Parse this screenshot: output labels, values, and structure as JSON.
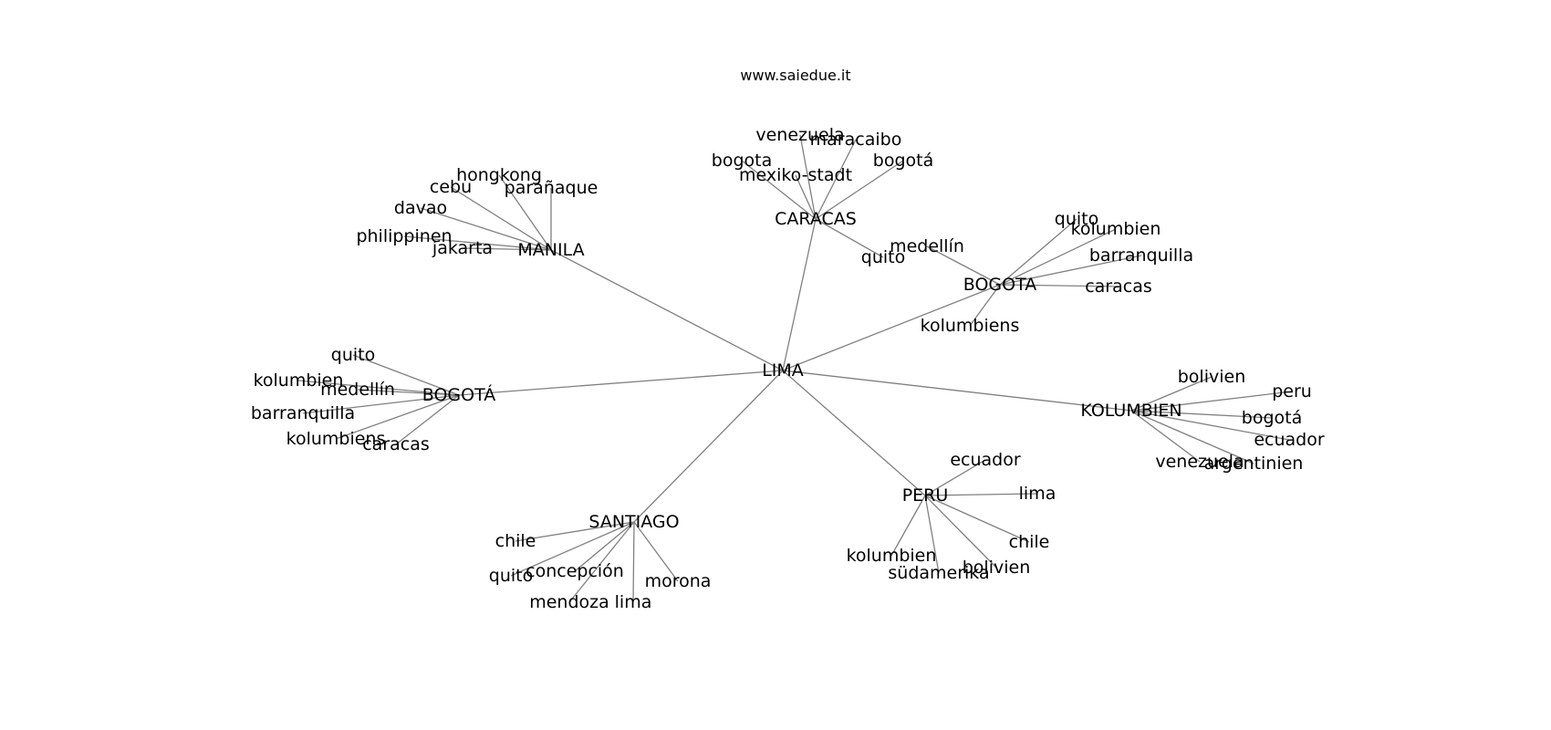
{
  "watermark": "www.saiedue.it",
  "graph": {
    "center": "LIMA",
    "hubs": [
      {
        "id": "caracas",
        "label": "CARACAS",
        "leaves": [
          "venezuela",
          "maracaibo",
          "bogota",
          "mexiko-stadt",
          "bogotá",
          "quito"
        ]
      },
      {
        "id": "manila",
        "label": "MANILA",
        "leaves": [
          "hongkong",
          "cebu",
          "parañaque",
          "davao",
          "philippinen",
          "jakarta"
        ]
      },
      {
        "id": "bogota",
        "label": "BOGOTA",
        "leaves": [
          "quito",
          "kolumbien",
          "medellín",
          "barranquilla",
          "caracas",
          "kolumbiens"
        ]
      },
      {
        "id": "bogota-accent",
        "label": "BOGOTÁ",
        "leaves": [
          "quito",
          "kolumbien",
          "medellín",
          "barranquilla",
          "kolumbiens",
          "caracas"
        ]
      },
      {
        "id": "kolumbien",
        "label": "KOLUMBIEN",
        "leaves": [
          "bolivien",
          "peru",
          "bogotá",
          "ecuador",
          "venezuela",
          "argentinien"
        ]
      },
      {
        "id": "peru",
        "label": "PERU",
        "leaves": [
          "ecuador",
          "lima",
          "chile",
          "kolumbien",
          "bolivien",
          "südamerika"
        ]
      },
      {
        "id": "santiago",
        "label": "SANTIAGO",
        "leaves": [
          "chile",
          "concepción",
          "quito",
          "morona",
          "mendoza",
          "lima"
        ]
      }
    ]
  }
}
